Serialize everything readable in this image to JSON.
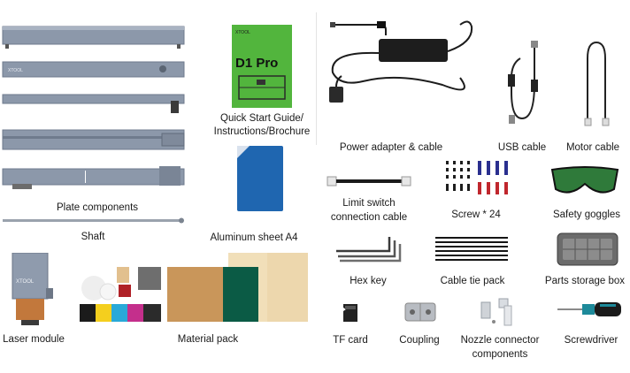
{
  "labels": {
    "plate_components": "Plate components",
    "shaft": "Shaft",
    "laser_module": "Laser module",
    "material_pack": "Material pack",
    "quick_start_line1": "Quick Start Guide/",
    "quick_start_line2": "Instructions/Brochure",
    "aluminum_sheet": "Aluminum sheet A4",
    "power_adapter": "Power adapter & cable",
    "usb_cable": "USB cable",
    "motor_cable": "Motor cable",
    "limit_switch_line1": "Limit switch",
    "limit_switch_line2": "connection cable",
    "screw": "Screw * 24",
    "safety_goggles": "Safety goggles",
    "hex_key": "Hex key",
    "cable_tie": "Cable tie pack",
    "parts_storage": "Parts storage box",
    "tf_card": "TF card",
    "coupling": "Coupling",
    "nozzle_line1": "Nozzle connector",
    "nozzle_line2": "components",
    "screwdriver": "Screwdriver"
  },
  "printed": {
    "brand": "XTOOL",
    "product": "D1 Pro"
  },
  "colors": {
    "rail": "#8a96a8",
    "guide_green": "#4caf3a",
    "aluminum_blue": "#1f66b0",
    "goggles_green": "#2f7a3a",
    "screwdriver_teal": "#1d8a9a"
  }
}
